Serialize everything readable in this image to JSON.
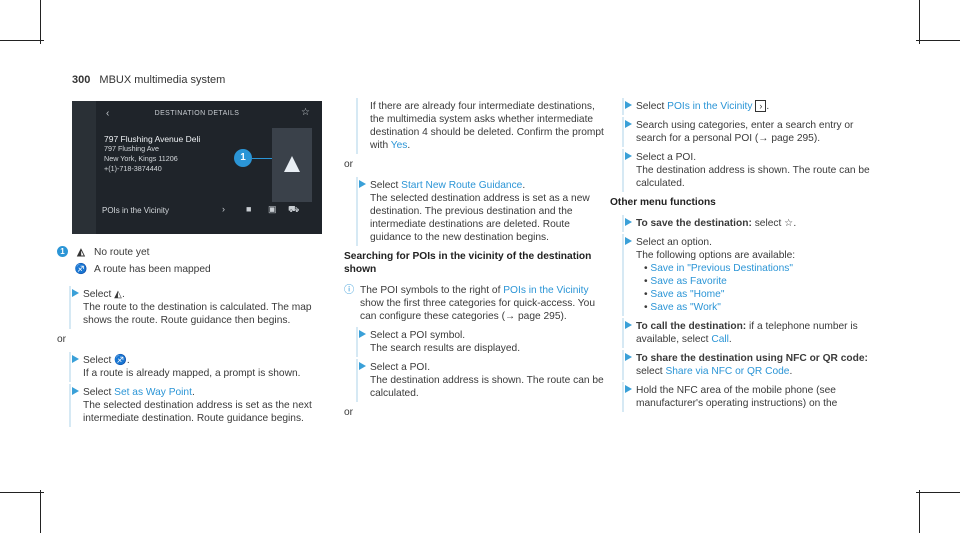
{
  "header": {
    "page_number": "300",
    "title": "MBUX multimedia system"
  },
  "screenshot": {
    "title": "DESTINATION DETAILS",
    "back_icon": "chevron-left-icon",
    "star_icon": "star-icon",
    "poi_name": "797 Flushing Avenue Deli",
    "address1": "797 Flushing Ave",
    "address2": "New York, Kings 11206",
    "phone": "+(1)-718-3874440",
    "callout": "1",
    "bottom_label": "POIs in the Vicinity"
  },
  "col1": {
    "legend_num": "1",
    "legend_line1": "No route yet",
    "legend_line2": "A route has been mapped",
    "step1_a": "Select",
    "step1_b": "The route to the destination is calculated. The map shows the route. Route guidance then begins.",
    "or1": "or",
    "step2_a": "Select",
    "step2_b": "If a route is already mapped, a prompt is shown.",
    "step3_a": "Select",
    "step3_link": "Set as Way Point",
    "step3_b": "The selected destination address is set as the next intermediate destination. Route guidance begins."
  },
  "col2": {
    "p1": "If there are already four intermediate destinations, the multimedia system asks whether intermediate destination 4 should be deleted. Confirm the prompt with",
    "p1_link": "Yes",
    "or1": "or",
    "step1_a": "Select",
    "step1_link": "Start New Route Guidance",
    "step1_b": "The selected destination address is set as a new destination. The previous destination and the intermediate destinations are deleted. Route guidance to the new destination begins.",
    "heading": "Searching for POIs in the vicinity of the destination shown",
    "note_a": "The POI symbols to the right of",
    "note_link": "POIs in the Vicinity",
    "note_b": "show the first three categories for quick-access. You can configure these categories (→ page 295).",
    "step2_a": "Select a POI symbol.",
    "step2_b": "The search results are displayed.",
    "step3_a": "Select a POI.",
    "step3_b": "The destination address is shown. The route can be calculated.",
    "or2": "or"
  },
  "col3": {
    "step1_a": "Select",
    "step1_link": "POIs in the Vicinity",
    "step2": "Search using categories, enter a search entry or search for a personal POI (→ page 295).",
    "step3_a": "Select a POI.",
    "step3_b": "The destination address is shown. The route can be calculated.",
    "heading": "Other menu functions",
    "step4_bold": "To save the destination:",
    "step4_a": "select",
    "step5_a": "Select an option.",
    "step5_b": "The following options are available:",
    "options": [
      "Save in \"Previous Destinations\"",
      "Save as Favorite",
      "Save as \"Home\"",
      "Save as \"Work\""
    ],
    "step6_bold": "To call the destination:",
    "step6_a": "if a telephone number is available, select",
    "step6_link": "Call",
    "step7_bold": "To share the destination using NFC or QR code:",
    "step7_a": "select",
    "step7_link": "Share via NFC or QR Code",
    "step8": "Hold the NFC area of the mobile phone (see manufacturer's operating instructions) on the"
  }
}
